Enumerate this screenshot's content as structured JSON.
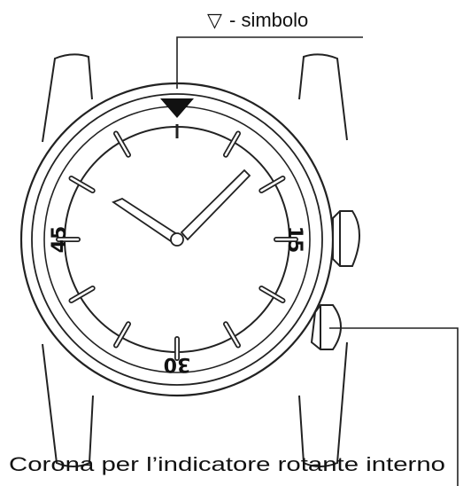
{
  "labels": {
    "triangle_symbol": "▽",
    "top_label_suffix": "- simbolo",
    "bottom_label": "Corona per l’indicatore rotante interno"
  },
  "bezel": {
    "numerals": [
      "15",
      "30",
      "45"
    ]
  },
  "icons": {
    "marker": "triangle-marker-icon"
  },
  "colors": {
    "line": "#222222",
    "marker": "#111111"
  }
}
